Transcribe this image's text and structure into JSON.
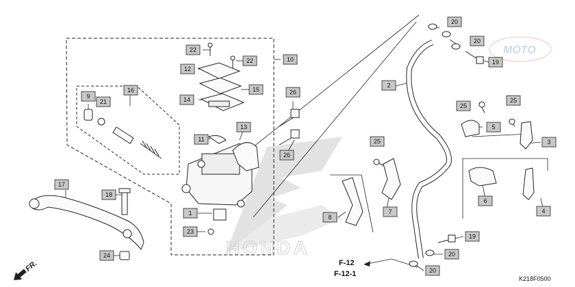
{
  "callouts": [
    {
      "id": "c20a",
      "text": "20"
    },
    {
      "id": "c20b",
      "text": "20"
    },
    {
      "id": "c19a",
      "text": "19"
    },
    {
      "id": "c2",
      "text": "2"
    },
    {
      "id": "c25a",
      "text": "25"
    },
    {
      "id": "c25b",
      "text": "25"
    },
    {
      "id": "c5",
      "text": "5"
    },
    {
      "id": "c3",
      "text": "3"
    },
    {
      "id": "c25c",
      "text": "25"
    },
    {
      "id": "c7",
      "text": "7"
    },
    {
      "id": "c8",
      "text": "8"
    },
    {
      "id": "c6",
      "text": "6"
    },
    {
      "id": "c4",
      "text": "4"
    },
    {
      "id": "c19b",
      "text": "19"
    },
    {
      "id": "c20c",
      "text": "20"
    },
    {
      "id": "c20d",
      "text": "20"
    },
    {
      "id": "c10",
      "text": "10"
    },
    {
      "id": "c22a",
      "text": "22"
    },
    {
      "id": "c22b",
      "text": "22"
    },
    {
      "id": "c12",
      "text": "12"
    },
    {
      "id": "c15",
      "text": "15"
    },
    {
      "id": "c14",
      "text": "14"
    },
    {
      "id": "c26a",
      "text": "26"
    },
    {
      "id": "c13",
      "text": "13"
    },
    {
      "id": "c11",
      "text": "11"
    },
    {
      "id": "c26b",
      "text": "26"
    },
    {
      "id": "c1",
      "text": "1"
    },
    {
      "id": "c23",
      "text": "23"
    },
    {
      "id": "c9",
      "text": "9"
    },
    {
      "id": "c21",
      "text": "21"
    },
    {
      "id": "c16",
      "text": "16"
    },
    {
      "id": "c17",
      "text": "17"
    },
    {
      "id": "c18",
      "text": "18"
    },
    {
      "id": "c24",
      "text": "24"
    }
  ],
  "ref_labels": {
    "ref1": "F-12",
    "ref2": "F-12-1"
  },
  "direction_label": "FR.",
  "diagram_code": "K218F0500",
  "watermark_text": "MOTO",
  "logo_text": "HONDA",
  "colors": {
    "line": "#222222",
    "callout_fill": "#c8c8c8",
    "watermark": "#d9d9d9"
  }
}
